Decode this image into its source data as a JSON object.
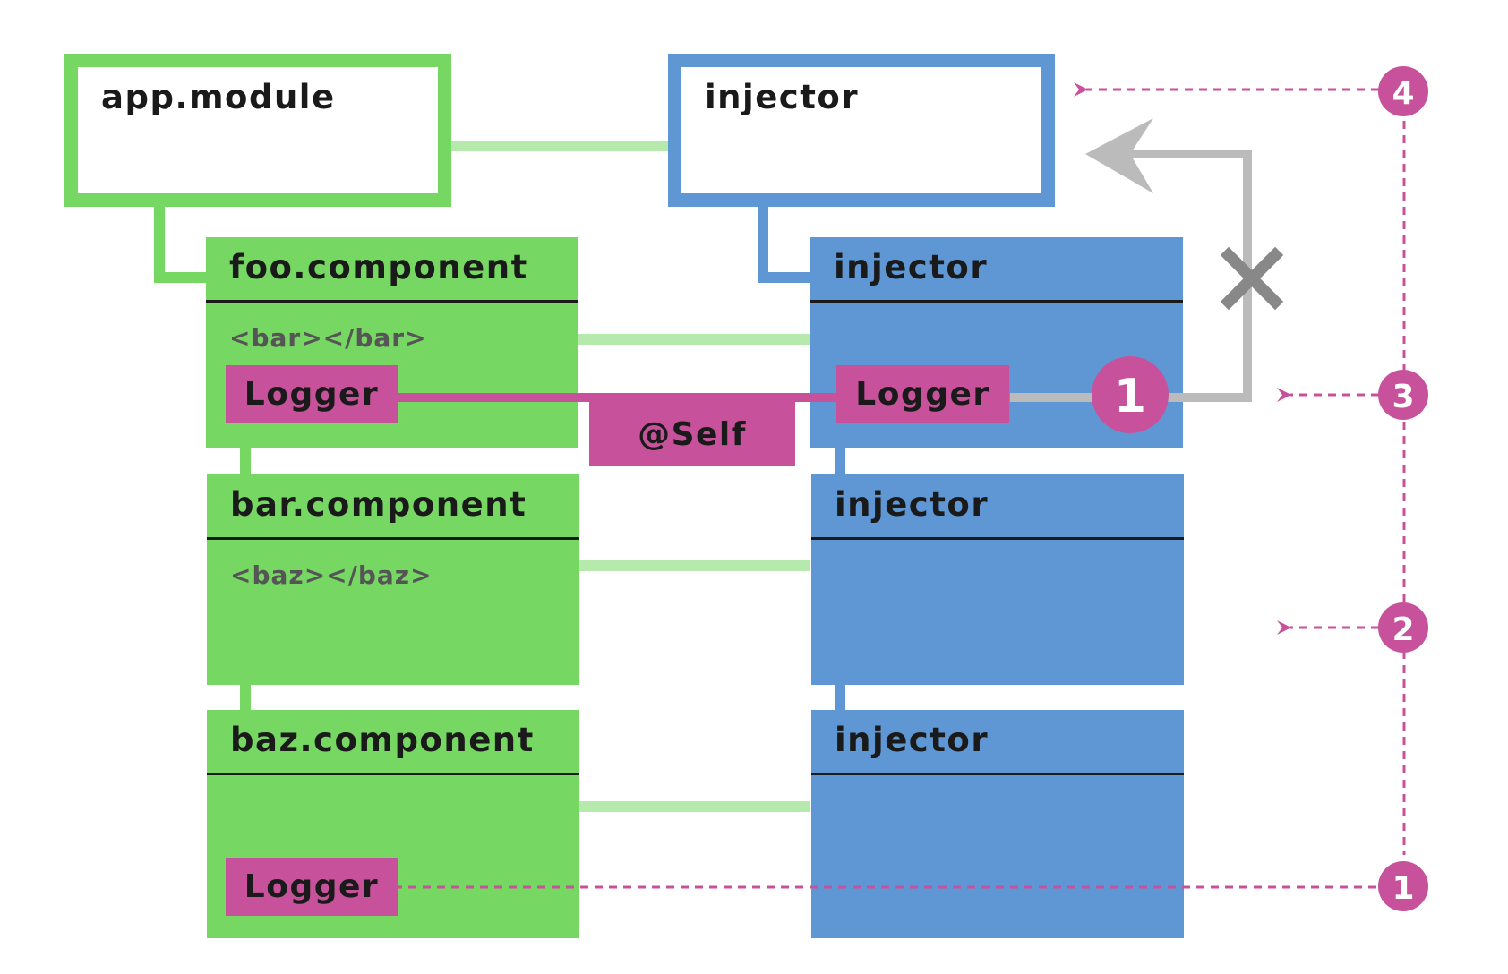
{
  "colors": {
    "green": "#76d763",
    "light_green": "#b6eaac",
    "blue": "#5f97d5",
    "magenta": "#c7519a",
    "gray_arrow": "#bbbbbb",
    "gray_cross": "#888888",
    "text": "#1a1a1a"
  },
  "modules": {
    "app_module": {
      "label": "app.module"
    },
    "root_injector": {
      "label": "injector"
    }
  },
  "components": [
    {
      "label": "foo.component",
      "template": "<bar></bar>",
      "provider": "Logger"
    },
    {
      "label": "bar.component",
      "template": "<baz></baz>"
    },
    {
      "label": "baz.component",
      "provider": "Logger"
    }
  ],
  "injectors": [
    {
      "label": "injector",
      "provider": "Logger"
    },
    {
      "label": "injector"
    },
    {
      "label": "injector"
    }
  ],
  "decorator": {
    "label": "@Self"
  },
  "badges": {
    "inline": "1",
    "steps": [
      "4",
      "3",
      "2",
      "1"
    ]
  },
  "blocked_icon": "cross-icon"
}
